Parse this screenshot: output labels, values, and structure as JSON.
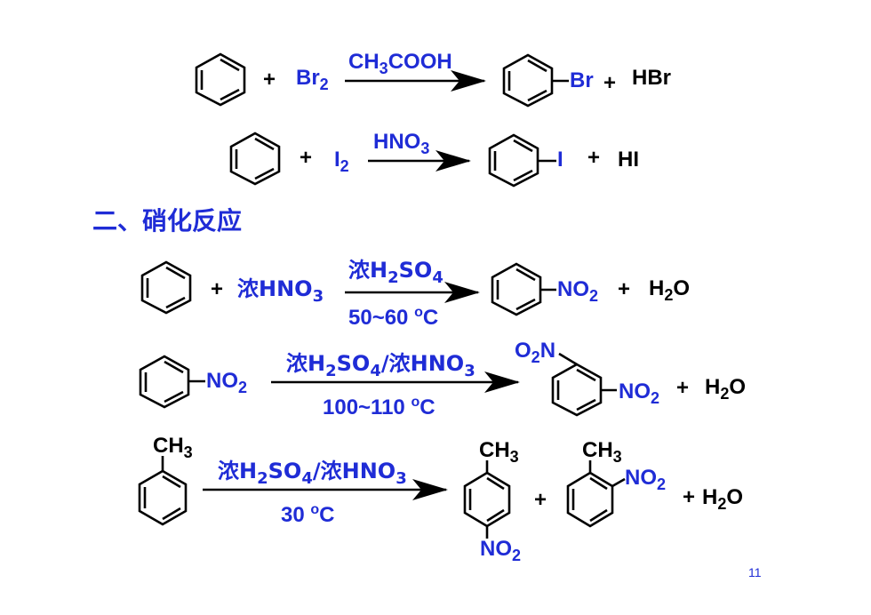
{
  "colors": {
    "reagent": "#1f2cd6",
    "product": "#000000",
    "arrow": "#000000"
  },
  "reaction1": {
    "plus1": "+",
    "reagent": {
      "main": "Br",
      "sub": "2"
    },
    "condition": {
      "p1": "CH",
      "s1": "3",
      "p2": "COOH"
    },
    "product_sub": "Br",
    "plus2": "+",
    "byproduct": "HBr"
  },
  "reaction2": {
    "plus1": "+",
    "reagent": {
      "main": "I",
      "sub": "2"
    },
    "condition": {
      "p1": "HNO",
      "s1": "3"
    },
    "product_sub": "I",
    "plus2": "+",
    "byproduct": "HI"
  },
  "section_heading": "二、硝化反应",
  "reaction3": {
    "plus1": "+",
    "reagent": {
      "p1": "浓HNO",
      "s1": "3"
    },
    "condition_top": {
      "p1": "浓H",
      "s1": "2",
      "p2": "SO",
      "s2": "4"
    },
    "condition_bottom": {
      "p1": "50~60 ",
      "sup": "o",
      "p2": "C"
    },
    "product_sub": {
      "p1": "NO",
      "s1": "2"
    },
    "plus2": "+",
    "byproduct": {
      "p1": "H",
      "s1": "2",
      "p2": "O"
    }
  },
  "reaction4": {
    "reactant_sub": {
      "p1": "NO",
      "s1": "2"
    },
    "condition_top": {
      "p1": "浓H",
      "s1": "2",
      "p2": "SO",
      "s2": "4",
      "p3": "/浓HNO",
      "s3": "3"
    },
    "condition_bottom": {
      "p1": "100~110 ",
      "sup": "o",
      "p2": "C"
    },
    "product_sub_top": {
      "p1": "O",
      "s1": "2",
      "p2": "N"
    },
    "product_sub_right": {
      "p1": "NO",
      "s1": "2"
    },
    "plus": "+",
    "byproduct": {
      "p1": "H",
      "s1": "2",
      "p2": "O"
    }
  },
  "reaction5": {
    "reactant_sub": {
      "p1": "CH",
      "s1": "3"
    },
    "condition_top": {
      "p1": "浓H",
      "s1": "2",
      "p2": "SO",
      "s2": "4",
      "p3": "/浓HNO",
      "s3": "3"
    },
    "condition_bottom": {
      "p1": "30 ",
      "sup": "o",
      "p2": "C"
    },
    "para_top": {
      "p1": "CH",
      "s1": "3"
    },
    "para_bottom": {
      "p1": "NO",
      "s1": "2"
    },
    "plus1": "+",
    "ortho_top": {
      "p1": "CH",
      "s1": "3"
    },
    "ortho_side": {
      "p1": "NO",
      "s1": "2"
    },
    "plus2": "+",
    "byproduct": {
      "p1": "H",
      "s1": "2",
      "p2": "O"
    }
  },
  "page_number": "11"
}
